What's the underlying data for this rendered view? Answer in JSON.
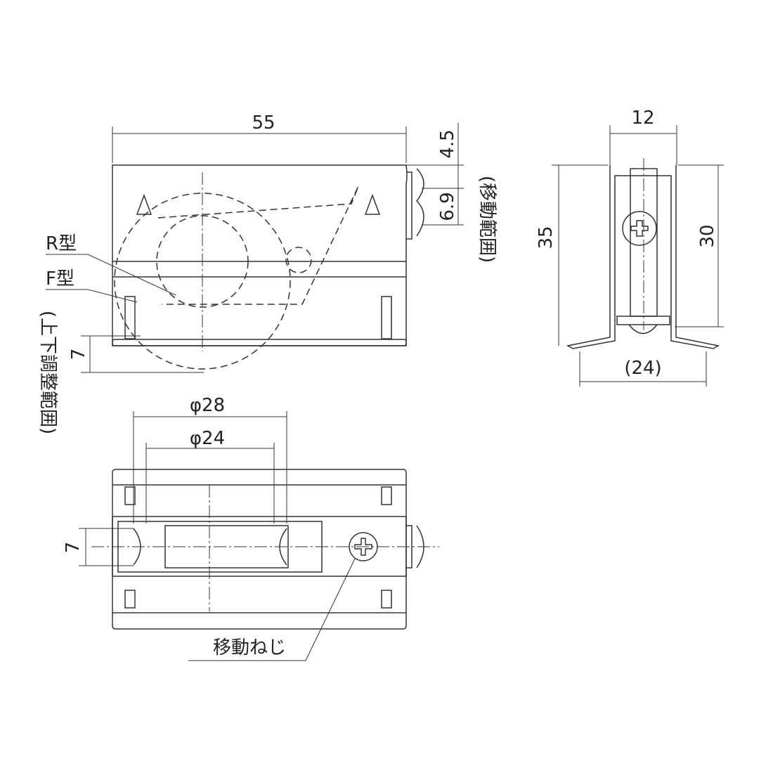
{
  "front_view": {
    "width_dim": "55",
    "dim_top": "4.5",
    "dim_travel": "6.9",
    "travel_range_label": "(移動範囲)",
    "r_type_label": "R型",
    "f_type_label": "F型",
    "vertical_adjust_label": "(上下調整範囲)",
    "vertical_adjust_dim": "7"
  },
  "side_view": {
    "width_dim": "12",
    "height_dim": "35",
    "inner_height_dim": "30",
    "base_width_dim": "(24)"
  },
  "bottom_view": {
    "outer_wheel_dim": "φ28",
    "inner_wheel_dim": "φ24",
    "wheel_width_dim": "7",
    "screw_label": "移動ねじ"
  }
}
